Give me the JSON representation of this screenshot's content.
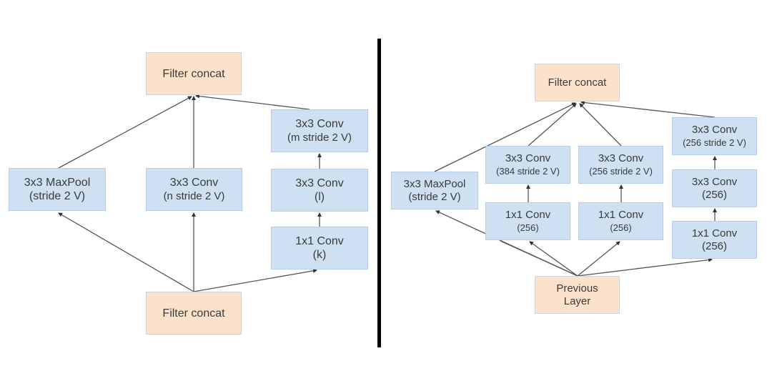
{
  "diagrams": [
    {
      "title": "Reduction-A (generic)",
      "nodes": {
        "top": {
          "line1": "Filter concat",
          "line2": ""
        },
        "maxpool": {
          "line1": "3x3 MaxPool",
          "line2": "(stride 2 V)"
        },
        "conv_n": {
          "line1": "3x3 Conv",
          "line2": "(n stride 2 V)"
        },
        "conv_m": {
          "line1": "3x3 Conv",
          "line2": "(m stride 2 V)"
        },
        "conv_l": {
          "line1": "3x3 Conv",
          "line2": "(l)"
        },
        "conv_k": {
          "line1": "1x1 Conv",
          "line2": "(k)"
        },
        "bottom": {
          "line1": "Filter concat",
          "line2": ""
        }
      }
    },
    {
      "title": "Reduction-B",
      "nodes": {
        "top": {
          "line1": "Filter concat",
          "line2": ""
        },
        "maxpool": {
          "line1": "3x3 MaxPool",
          "line2": "(stride 2 V)"
        },
        "conv384s2": {
          "line1": "3x3 Conv",
          "line2": "(384 stride 2 V)"
        },
        "conv1x1a": {
          "line1": "1x1 Conv",
          "line2": "(256)"
        },
        "conv256s2": {
          "line1": "3x3 Conv",
          "line2": "(256 stride 2 V)"
        },
        "conv1x1b": {
          "line1": "1x1 Conv",
          "line2": "(256)"
        },
        "conv256s2b": {
          "line1": "3x3 Conv",
          "line2": "(256 stride 2 V)"
        },
        "conv3x3": {
          "line1": "3x3 Conv",
          "line2": "(256)"
        },
        "conv1x1c": {
          "line1": "1x1 Conv",
          "line2": "(256)"
        },
        "bottom": {
          "line1": "Previous",
          "line2": "Layer"
        }
      }
    }
  ],
  "colors": {
    "layer_fill": "#cfe0f2",
    "concat_fill": "#fde2cb",
    "edge": "#555555",
    "divider": "#000000"
  }
}
